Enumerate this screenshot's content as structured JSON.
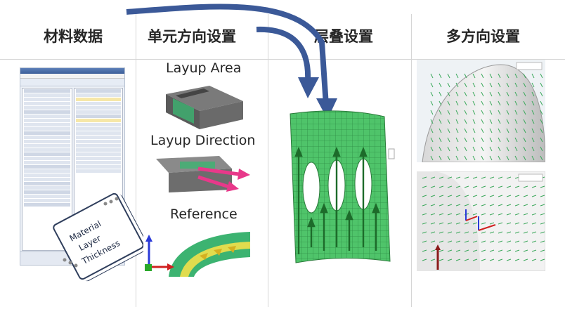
{
  "columns": {
    "material": "材料数据",
    "element_orientation": "单元方向设置",
    "layup": "层叠设置",
    "multi_orientation": "多方向设置"
  },
  "element_orientation": {
    "layup_area": "Layup Area",
    "layup_direction": "Layup Direction",
    "reference": "Reference"
  },
  "material_card": {
    "line1": "Material",
    "line2": "Layer",
    "line3": "Thickness"
  },
  "colors": {
    "arrow": "#3b5998",
    "mesh_green": "#3cb371",
    "pink_arrow": "#e8388a",
    "title_text": "#262626"
  }
}
